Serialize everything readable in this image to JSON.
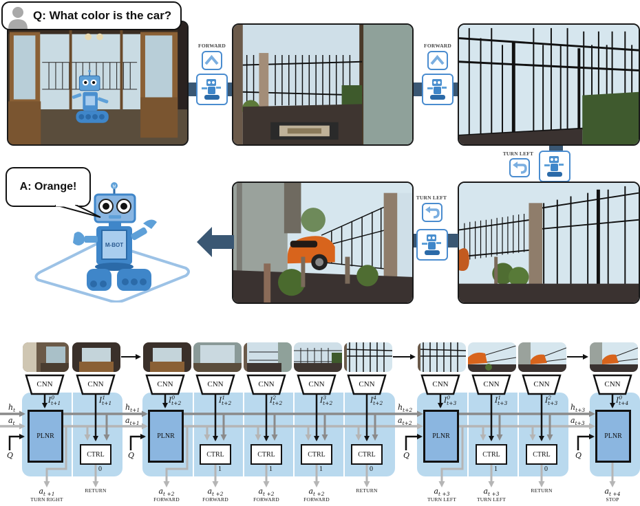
{
  "top_panel": {
    "question": "Q: What color is the car?",
    "answer": "A: Orange!",
    "robot_badge": "M-BOT",
    "robot_antenna_letter": "M",
    "actions": [
      {
        "label": "FORWARD",
        "icon": "chevron-up-icon"
      },
      {
        "label": "FORWARD",
        "icon": "chevron-up-icon"
      },
      {
        "label": "TURN LEFT",
        "icon": "turn-left-arrow-icon"
      },
      {
        "label": "TURN LEFT",
        "icon": "turn-left-arrow-icon"
      }
    ],
    "scenes": [
      {
        "id": "scene-living-room",
        "description": "Indoor room with open glass doors, robot in center"
      },
      {
        "id": "scene-doorway-fence",
        "description": "Doorway looking out to fence and doormat"
      },
      {
        "id": "scene-gate-close",
        "description": "Close-up of black iron gate and hedge"
      },
      {
        "id": "scene-fence-turn",
        "description": "Fence with brick pillar and shrubs"
      },
      {
        "id": "scene-car",
        "description": "Orange car parked along fence"
      }
    ]
  },
  "bottom_panel": {
    "module_labels": {
      "cnn": "CNN",
      "planner": "PLNR",
      "controller": "CTRL",
      "question": "Q"
    },
    "groups": [
      {
        "hidden_in": {
          "base": "h",
          "sub": "t"
        },
        "action_in": {
          "base": "a",
          "sub": "t"
        },
        "cells": [
          {
            "type": "planner",
            "feature": {
              "base": "I",
              "sup": "0",
              "sub": "t+1"
            },
            "output": {
              "base": "a",
              "sub": "t +1",
              "label": "TURN RIGHT"
            }
          },
          {
            "type": "controller",
            "feature": {
              "base": "I",
              "sup": "1",
              "sub": "t+1"
            },
            "gate": "0",
            "output": {
              "label": "RETURN"
            }
          }
        ]
      },
      {
        "hidden_in": {
          "base": "h",
          "sub": "t+1"
        },
        "action_in": {
          "base": "a",
          "sub": "t+1"
        },
        "cells": [
          {
            "type": "planner",
            "feature": {
              "base": "I",
              "sup": "0",
              "sub": "t+2"
            },
            "output": {
              "base": "a",
              "sub": "t +2",
              "label": "FORWARD"
            }
          },
          {
            "type": "controller",
            "feature": {
              "base": "I",
              "sup": "1",
              "sub": "t+2"
            },
            "gate": "1",
            "output": {
              "base": "a",
              "sub": "t +2",
              "label": "FORWARD"
            }
          },
          {
            "type": "controller",
            "feature": {
              "base": "I",
              "sup": "2",
              "sub": "t+2"
            },
            "gate": "1",
            "output": {
              "base": "a",
              "sub": "t +2",
              "label": "FORWARD"
            }
          },
          {
            "type": "controller",
            "feature": {
              "base": "I",
              "sup": "3",
              "sub": "t+2"
            },
            "gate": "1",
            "output": {
              "base": "a",
              "sub": "t +2",
              "label": "FORWARD"
            }
          },
          {
            "type": "controller",
            "feature": {
              "base": "I",
              "sup": "4",
              "sub": "t+2"
            },
            "gate": "0",
            "output": {
              "label": "RETURN"
            }
          }
        ]
      },
      {
        "hidden_in": {
          "base": "h",
          "sub": "t+2"
        },
        "action_in": {
          "base": "a",
          "sub": "t+2"
        },
        "cells": [
          {
            "type": "planner",
            "feature": {
              "base": "I",
              "sup": "0",
              "sub": "t+3"
            },
            "output": {
              "base": "a",
              "sub": "t +3",
              "label": "TURN LEFT"
            }
          },
          {
            "type": "controller",
            "feature": {
              "base": "I",
              "sup": "1",
              "sub": "t+3"
            },
            "gate": "1",
            "output": {
              "base": "a",
              "sub": "t +3",
              "label": "TURN LEFT"
            }
          },
          {
            "type": "controller",
            "feature": {
              "base": "I",
              "sup": "2",
              "sub": "t+3"
            },
            "gate": "0",
            "output": {
              "label": "RETURN"
            }
          }
        ]
      },
      {
        "hidden_in": {
          "base": "h",
          "sub": "t+3"
        },
        "action_in": {
          "base": "a",
          "sub": "t+3"
        },
        "cells": [
          {
            "type": "planner",
            "feature": {
              "base": "I",
              "sup": "0",
              "sub": "t+4"
            },
            "output": {
              "base": "a",
              "sub": "t +4",
              "label": "STOP"
            }
          }
        ]
      }
    ]
  },
  "colors": {
    "lane_bg": "#b9d9ee",
    "planner_fill": "#8bb6e0",
    "robot_blue": "#3f86c9",
    "big_arrow": "#3a5773",
    "hidden_line": "#8a8a8a",
    "action_line": "#b5b5b5"
  }
}
